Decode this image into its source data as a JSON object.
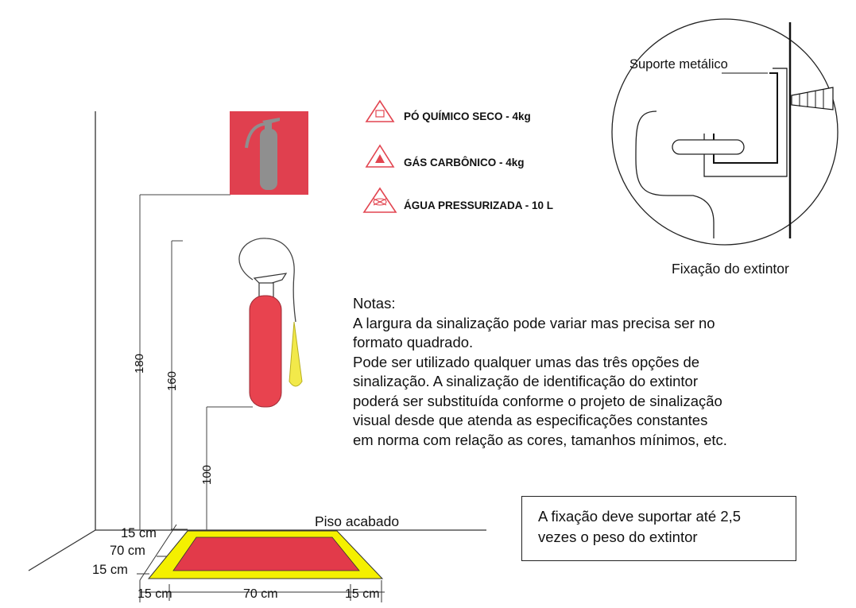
{
  "legend": [
    {
      "label": "PÓ QUÍMICO SECO - 4kg",
      "icon": "triangle-dry-powder-icon"
    },
    {
      "label": "GÁS CARBÔNICO - 4kg",
      "icon": "triangle-co2-icon"
    },
    {
      "label": "ÁGUA PRESSURIZADA  - 10 L",
      "icon": "triangle-water-icon"
    }
  ],
  "detail": {
    "support_label": "Suporte metálico",
    "caption": "Fixação do extintor"
  },
  "notes": {
    "heading": "Notas:",
    "lines": [
      "A largura da sinalização pode variar mas precisa ser no",
      "formato quadrado.",
      "Pode ser utilizado qualquer umas das três opções de",
      "sinalização. A sinalização de identificação do extintor",
      "poderá ser substituída conforme o projeto de sinalização",
      "visual desde que atenda as especificações constantes",
      "em norma com relação as cores, tamanhos mínimos, etc."
    ]
  },
  "box_note": [
    "A fixação deve suportar até 2,5",
    "vezes o peso do extintor"
  ],
  "dimensions": {
    "h180": "180",
    "h160": "160",
    "h100": "100",
    "floor_label": "Piso acabado",
    "depth_top": "15 cm",
    "depth_mid": "70 cm",
    "depth_bottom": "15 cm",
    "width_left": "15 cm",
    "width_mid": "70 cm",
    "width_right": "15 cm"
  },
  "colors": {
    "sign_red": "#e0404f",
    "extinguisher_red": "#e8434f",
    "floor_yellow": "#f4f000",
    "floor_red": "#e23a4a",
    "nozzle_yellow": "#f2e94a"
  }
}
